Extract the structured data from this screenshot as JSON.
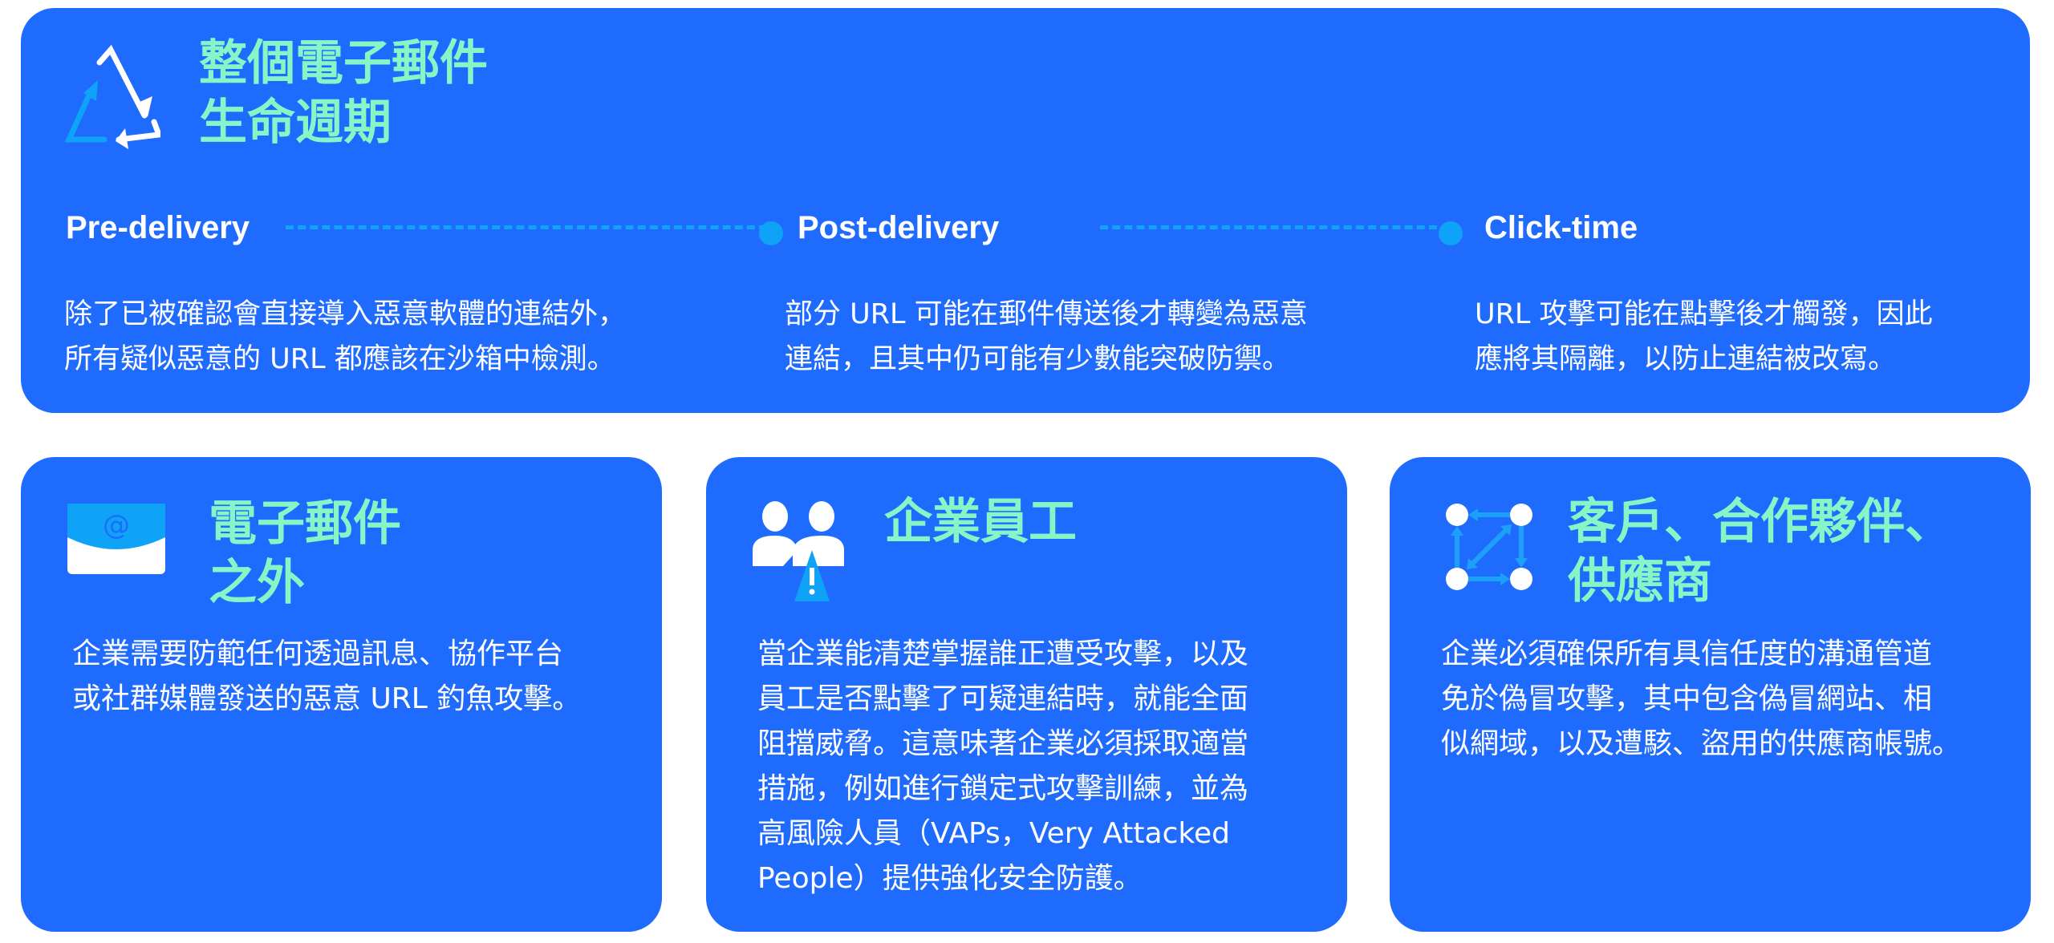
{
  "header": {
    "title_line1": "整個電子郵件",
    "title_line2": "生命週期",
    "icon": "recycle-cycle-icon"
  },
  "timeline": {
    "stages": [
      {
        "label": "Pre-delivery",
        "desc_line1": "除了已被確認會直接導入惡意軟體的連結外，",
        "desc_line2": "所有疑似惡意的 URL 都應該在沙箱中檢測。"
      },
      {
        "label": "Post-delivery",
        "desc_line1": "部分 URL 可能在郵件傳送後才轉變為惡意",
        "desc_line2": "連結，且其中仍可能有少數能突破防禦。"
      },
      {
        "label": "Click-time",
        "desc_line1": "URL 攻擊可能在點擊後才觸發，因此",
        "desc_line2": "應將其隔離，以防止連結被改寫。"
      }
    ]
  },
  "cards": [
    {
      "icon": "email-at-icon",
      "title_line1": "電子郵件",
      "title_line2": "之外",
      "lines": [
        "企業需要防範任何透過訊息、協作平台",
        "或社群媒體發送的惡意 URL 釣魚攻擊。"
      ]
    },
    {
      "icon": "people-warning-icon",
      "title_line1": "企業員工",
      "lines": [
        "當企業能清楚掌握誰正遭受攻擊，以及",
        "員工是否點擊了可疑連結時，就能全面",
        "阻擋威脅。這意味著企業必須採取適當",
        "措施，例如進行鎖定式攻擊訓練，並為",
        "高風險人員（VAPs，Very Attacked",
        "People）提供強化安全防護。"
      ]
    },
    {
      "icon": "network-nodes-icon",
      "title_line1": "客戶、合作夥伴、",
      "title_line2": "供應商",
      "lines": [
        "企業必須確保所有具信任度的溝通管道",
        "免於偽冒攻擊，其中包含偽冒網站、相",
        "似網域，以及遭駭、盜用的供應商帳號。"
      ]
    }
  ],
  "colors": {
    "card_bg": "#1f6bfd",
    "title_green": "#88f5c6",
    "accent_cyan": "#0fa3f8",
    "text": "#ffffff"
  }
}
